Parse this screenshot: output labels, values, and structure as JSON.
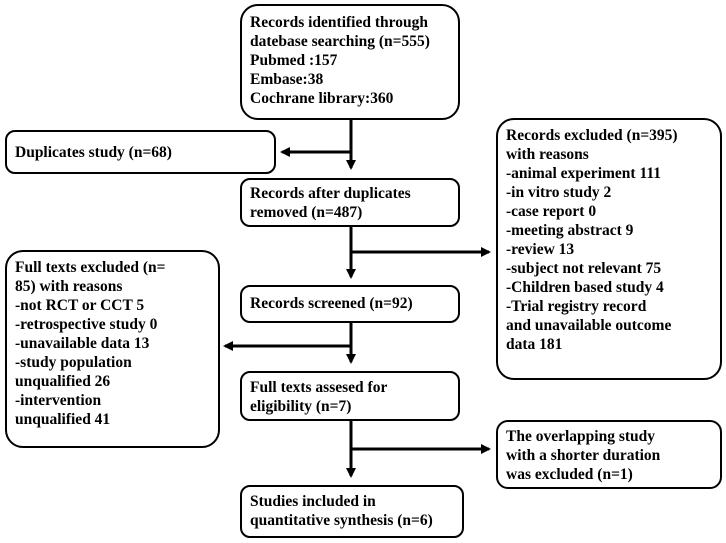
{
  "boxes": {
    "identified": [
      "Records identified through",
      "datebase searching (n=555)",
      "Pubmed :157",
      "Embase:38",
      "Cochrane library:360"
    ],
    "duplicates": [
      "Duplicates study (n=68)"
    ],
    "after_duplicates": [
      "Records after duplicates",
      "removed (n=487)"
    ],
    "excluded_395": [
      "Records excluded (n=395)",
      "with reasons",
      "-animal experiment 111",
      "-in vitro study 2",
      "-case report 0",
      "-meeting abstract 9",
      "-review 13",
      "-subject not relevant 75",
      "-Children based study 4",
      "-Trial registry record",
      "and unavailable outcome",
      "data 181"
    ],
    "fulltext_excluded": [
      "Full texts excluded (n=",
      "85) with reasons",
      "-not RCT or CCT 5",
      "-retrospective study 0",
      "-unavailable data 13",
      "-study population",
      "unqualified 26",
      "-intervention",
      "unqualified 41"
    ],
    "screened": [
      "Records screened (n=92)"
    ],
    "assessed": [
      "Full texts assesed for",
      "eligibility (n=7)"
    ],
    "overlapping": [
      "The overlapping study",
      "with a shorter duration",
      "was excluded (n=1)"
    ],
    "included": [
      "Studies included in",
      "quantitative synthesis (n=6)"
    ]
  }
}
